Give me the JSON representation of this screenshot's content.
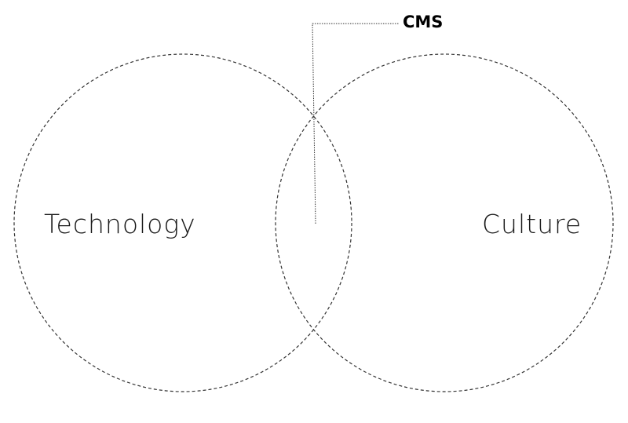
{
  "diagram": {
    "type": "venn",
    "sets": {
      "left": {
        "label": "Technology"
      },
      "right": {
        "label": "Culture"
      }
    },
    "intersection": {
      "label": "CMS"
    }
  }
}
